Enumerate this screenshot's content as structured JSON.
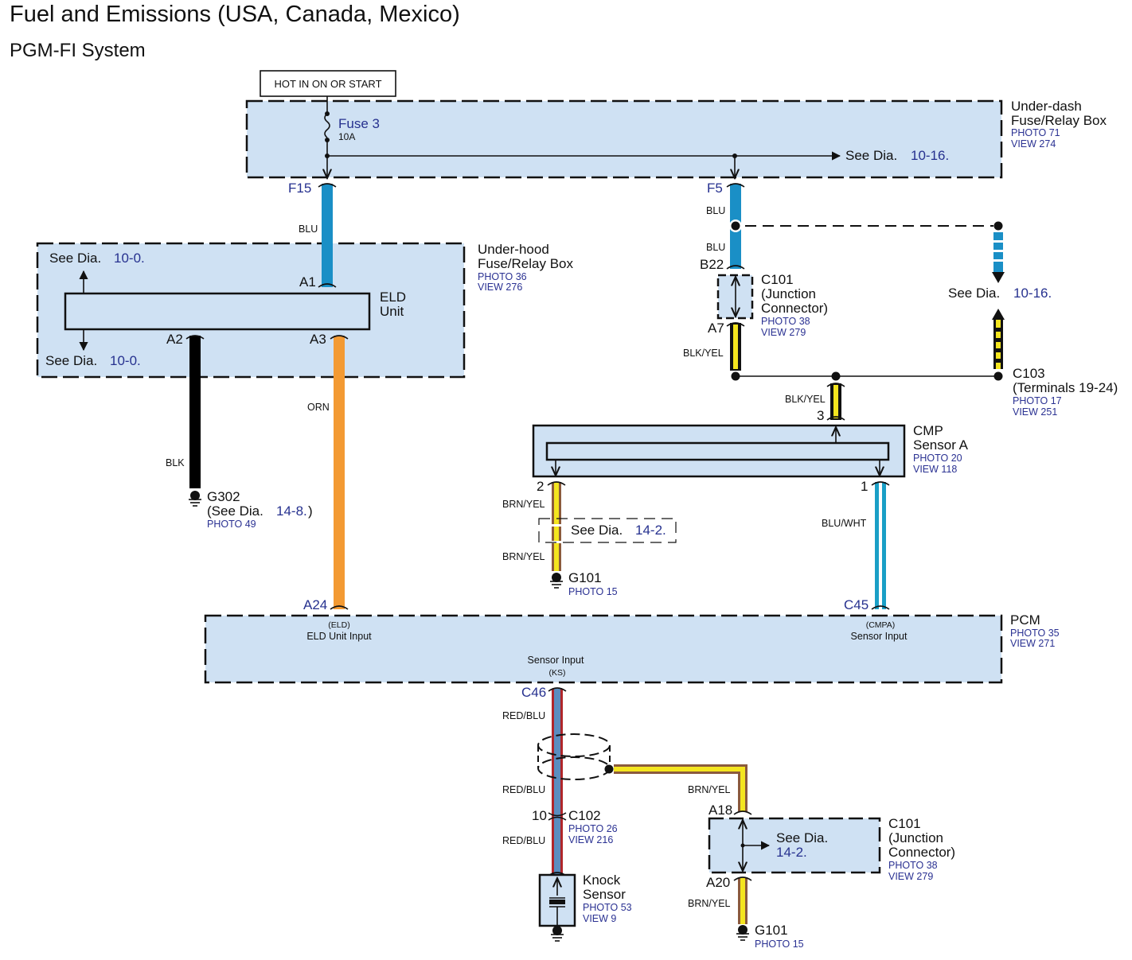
{
  "header": {
    "title": "Fuel and Emissions (USA, Canada, Mexico)",
    "subtitle": "PGM-FI System"
  },
  "colors": {
    "box_fill": "#cfe1f3",
    "ref_text": "#2a3192",
    "wire_blu": "#1a8fc6",
    "wire_orn": "#f39a33",
    "wire_blk": "#000000",
    "wire_yel": "#f4e51f",
    "wire_brn": "#8b5a3c",
    "wire_red": "#b0262a",
    "wire_blu_light": "#5b8dbf"
  },
  "power_source": {
    "label": "HOT IN ON OR START"
  },
  "underdash_box": {
    "name_line1": "Under-dash",
    "name_line2": "Fuse/Relay Box",
    "photo": "PHOTO 71",
    "view": "VIEW 274",
    "fuse_name": "Fuse 3",
    "fuse_rating": "10A",
    "see_dia_text": "See Dia.",
    "see_dia_ref": "10-16."
  },
  "pins": {
    "f15": "F15",
    "f5": "F5",
    "a1": "A1",
    "a2": "A2",
    "a3": "A3",
    "b22": "B22",
    "a7": "A7",
    "cmp3": "3",
    "cmp2": "2",
    "cmp1": "1",
    "a24": "A24",
    "c45": "C45",
    "c46": "C46",
    "c102_10": "10",
    "a18": "A18",
    "a20": "A20"
  },
  "wires": {
    "blu": "BLU",
    "blk": "BLK",
    "orn": "ORN",
    "blk_yel": "BLK/YEL",
    "brn_yel": "BRN/YEL",
    "blu_wht": "BLU/WHT",
    "red_blu": "RED/BLU"
  },
  "underhood_box": {
    "name_line1": "Under-hood",
    "name_line2": "Fuse/Relay Box",
    "photo": "PHOTO 36",
    "view": "VIEW 276",
    "see_dia_top": "See Dia.",
    "see_dia_top_ref": "10-0.",
    "see_dia_bottom": "See Dia.",
    "see_dia_bottom_ref": "10-0.",
    "eld_line1": "ELD",
    "eld_line2": "Unit"
  },
  "g302": {
    "name": "G302",
    "see_dia_prefix": "(See Dia.",
    "see_dia_ref": "14-8.",
    "see_dia_suffix": ")",
    "photo": "PHOTO 49"
  },
  "c101_top": {
    "name": "C101",
    "desc_line1": "(Junction",
    "desc_line2": "Connector)",
    "photo": "PHOTO 38",
    "view": "VIEW 279"
  },
  "right_ref": {
    "see_dia": "See Dia.",
    "ref": "10-16."
  },
  "c103": {
    "name": "C103",
    "desc": "(Terminals 19-24)",
    "photo": "PHOTO 17",
    "view": "VIEW 251"
  },
  "cmp_sensor": {
    "name_line1": "CMP",
    "name_line2": "Sensor A",
    "photo": "PHOTO 20",
    "view": "VIEW 118"
  },
  "mid_ref": {
    "see_dia": "See Dia.",
    "ref": "14-2."
  },
  "g101_mid": {
    "name": "G101",
    "photo": "PHOTO 15"
  },
  "pcm": {
    "name": "PCM",
    "photo": "PHOTO 35",
    "view": "VIEW 271",
    "eld_abbrev": "(ELD)",
    "eld_input": "ELD Unit Input",
    "cmpa_abbrev": "(CMPA)",
    "cmpa_input": "Sensor Input",
    "ks_input": "Sensor Input",
    "ks_abbrev": "(KS)"
  },
  "c102": {
    "name": "C102",
    "photo": "PHOTO 26",
    "view": "VIEW 216"
  },
  "knock_sensor": {
    "name_line1": "Knock",
    "name_line2": "Sensor",
    "photo": "PHOTO 53",
    "view": "VIEW 9"
  },
  "c101_bottom": {
    "name": "C101",
    "desc_line1": "(Junction",
    "desc_line2": "Connector)",
    "photo": "PHOTO 38",
    "view": "VIEW 279",
    "see_dia": "See Dia.",
    "see_dia_ref": "14-2."
  },
  "g101_bottom": {
    "name": "G101",
    "photo": "PHOTO 15"
  }
}
